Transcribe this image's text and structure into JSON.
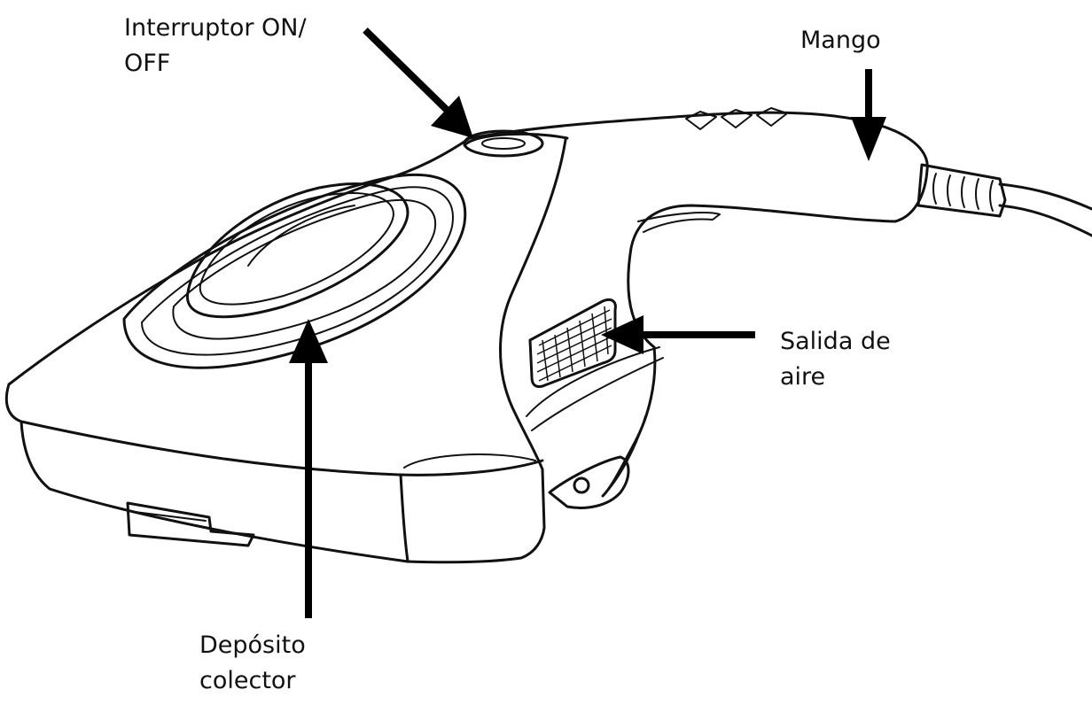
{
  "labels": {
    "switch": {
      "line1": "Interruptor ON/",
      "line2": "OFF",
      "icon": "arrow-icon"
    },
    "handle": {
      "line1": "Mango",
      "icon": "arrow-icon"
    },
    "air_outlet": {
      "line1": "Salida de",
      "line2": "aire",
      "icon": "arrow-icon"
    },
    "tank": {
      "line1": "Depósito",
      "line2": "colector",
      "icon": "arrow-icon"
    }
  },
  "colors": {
    "stroke": "#111111",
    "background": "#ffffff"
  }
}
